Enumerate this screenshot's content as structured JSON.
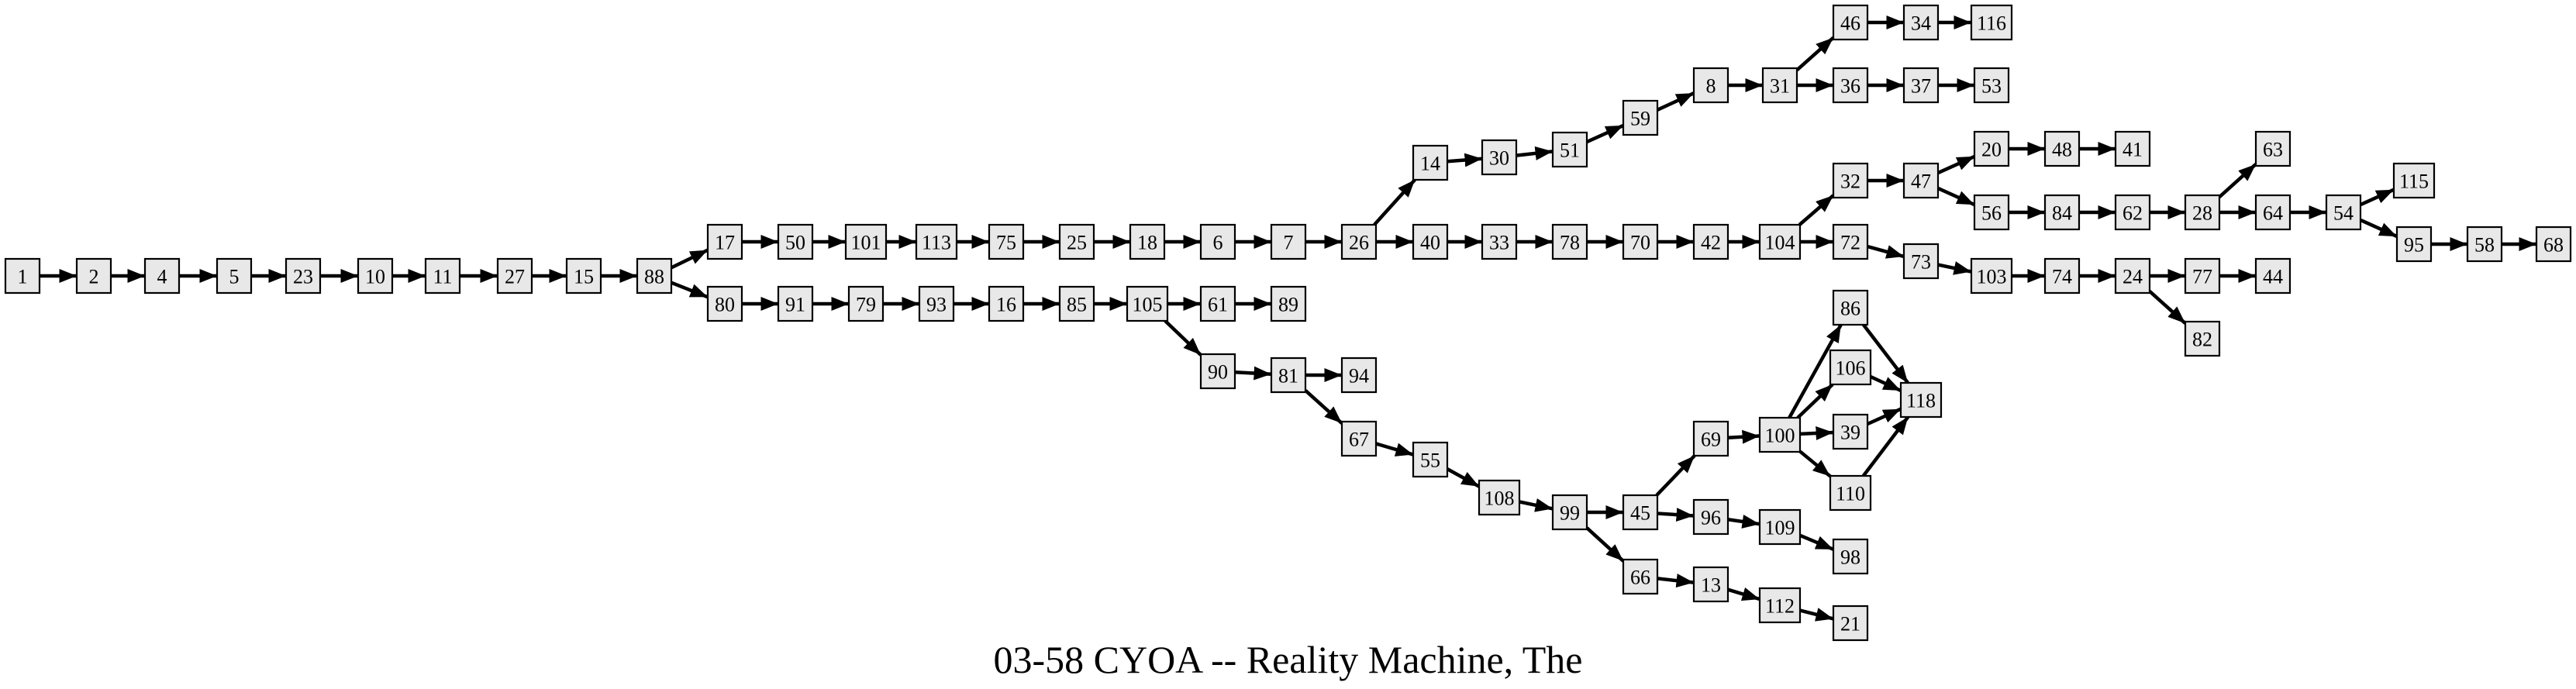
{
  "title": "03-58 CYOA -- Reality Machine, The",
  "colors": {
    "node_fill": "#e8e8e8",
    "node_stroke": "#000000",
    "edge": "#000000",
    "background": "#ffffff"
  },
  "nodes": [
    "1",
    "2",
    "4",
    "5",
    "23",
    "10",
    "11",
    "27",
    "15",
    "88",
    "17",
    "50",
    "101",
    "113",
    "75",
    "25",
    "18",
    "6",
    "7",
    "26",
    "14",
    "30",
    "51",
    "59",
    "8",
    "31",
    "46",
    "34",
    "116",
    "36",
    "37",
    "53",
    "40",
    "33",
    "78",
    "70",
    "42",
    "104",
    "32",
    "47",
    "20",
    "48",
    "41",
    "56",
    "84",
    "62",
    "28",
    "63",
    "64",
    "54",
    "115",
    "95",
    "58",
    "68",
    "72",
    "73",
    "103",
    "74",
    "24",
    "77",
    "44",
    "82",
    "80",
    "91",
    "79",
    "93",
    "16",
    "85",
    "105",
    "61",
    "89",
    "90",
    "81",
    "94",
    "67",
    "55",
    "108",
    "99",
    "45",
    "69",
    "100",
    "86",
    "106",
    "39",
    "110",
    "118",
    "96",
    "109",
    "98",
    "66",
    "13",
    "112",
    "21"
  ],
  "edges": [
    [
      "1",
      "2"
    ],
    [
      "2",
      "4"
    ],
    [
      "4",
      "5"
    ],
    [
      "5",
      "23"
    ],
    [
      "23",
      "10"
    ],
    [
      "10",
      "11"
    ],
    [
      "11",
      "27"
    ],
    [
      "27",
      "15"
    ],
    [
      "15",
      "88"
    ],
    [
      "88",
      "17"
    ],
    [
      "88",
      "80"
    ],
    [
      "17",
      "50"
    ],
    [
      "50",
      "101"
    ],
    [
      "101",
      "113"
    ],
    [
      "113",
      "75"
    ],
    [
      "75",
      "25"
    ],
    [
      "25",
      "18"
    ],
    [
      "18",
      "6"
    ],
    [
      "6",
      "7"
    ],
    [
      "7",
      "26"
    ],
    [
      "26",
      "14"
    ],
    [
      "26",
      "40"
    ],
    [
      "14",
      "30"
    ],
    [
      "30",
      "51"
    ],
    [
      "51",
      "59"
    ],
    [
      "59",
      "8"
    ],
    [
      "8",
      "31"
    ],
    [
      "31",
      "46"
    ],
    [
      "31",
      "36"
    ],
    [
      "46",
      "34"
    ],
    [
      "34",
      "116"
    ],
    [
      "36",
      "37"
    ],
    [
      "37",
      "53"
    ],
    [
      "40",
      "33"
    ],
    [
      "33",
      "78"
    ],
    [
      "78",
      "70"
    ],
    [
      "70",
      "42"
    ],
    [
      "42",
      "104"
    ],
    [
      "104",
      "32"
    ],
    [
      "104",
      "72"
    ],
    [
      "32",
      "47"
    ],
    [
      "47",
      "20"
    ],
    [
      "47",
      "56"
    ],
    [
      "20",
      "48"
    ],
    [
      "48",
      "41"
    ],
    [
      "56",
      "84"
    ],
    [
      "84",
      "62"
    ],
    [
      "62",
      "28"
    ],
    [
      "28",
      "63"
    ],
    [
      "28",
      "64"
    ],
    [
      "64",
      "54"
    ],
    [
      "54",
      "115"
    ],
    [
      "54",
      "95"
    ],
    [
      "95",
      "58"
    ],
    [
      "58",
      "68"
    ],
    [
      "72",
      "73"
    ],
    [
      "73",
      "103"
    ],
    [
      "103",
      "74"
    ],
    [
      "74",
      "24"
    ],
    [
      "24",
      "77"
    ],
    [
      "24",
      "82"
    ],
    [
      "77",
      "44"
    ],
    [
      "80",
      "91"
    ],
    [
      "91",
      "79"
    ],
    [
      "79",
      "93"
    ],
    [
      "93",
      "16"
    ],
    [
      "16",
      "85"
    ],
    [
      "85",
      "105"
    ],
    [
      "105",
      "61"
    ],
    [
      "105",
      "90"
    ],
    [
      "61",
      "89"
    ],
    [
      "90",
      "81"
    ],
    [
      "81",
      "94"
    ],
    [
      "81",
      "67"
    ],
    [
      "67",
      "55"
    ],
    [
      "55",
      "108"
    ],
    [
      "108",
      "99"
    ],
    [
      "99",
      "45"
    ],
    [
      "99",
      "66"
    ],
    [
      "45",
      "69"
    ],
    [
      "45",
      "96"
    ],
    [
      "69",
      "100"
    ],
    [
      "100",
      "86"
    ],
    [
      "100",
      "106"
    ],
    [
      "100",
      "39"
    ],
    [
      "100",
      "110"
    ],
    [
      "86",
      "118"
    ],
    [
      "106",
      "118"
    ],
    [
      "39",
      "118"
    ],
    [
      "110",
      "118"
    ],
    [
      "96",
      "109"
    ],
    [
      "109",
      "98"
    ],
    [
      "66",
      "13"
    ],
    [
      "13",
      "112"
    ],
    [
      "112",
      "21"
    ]
  ]
}
